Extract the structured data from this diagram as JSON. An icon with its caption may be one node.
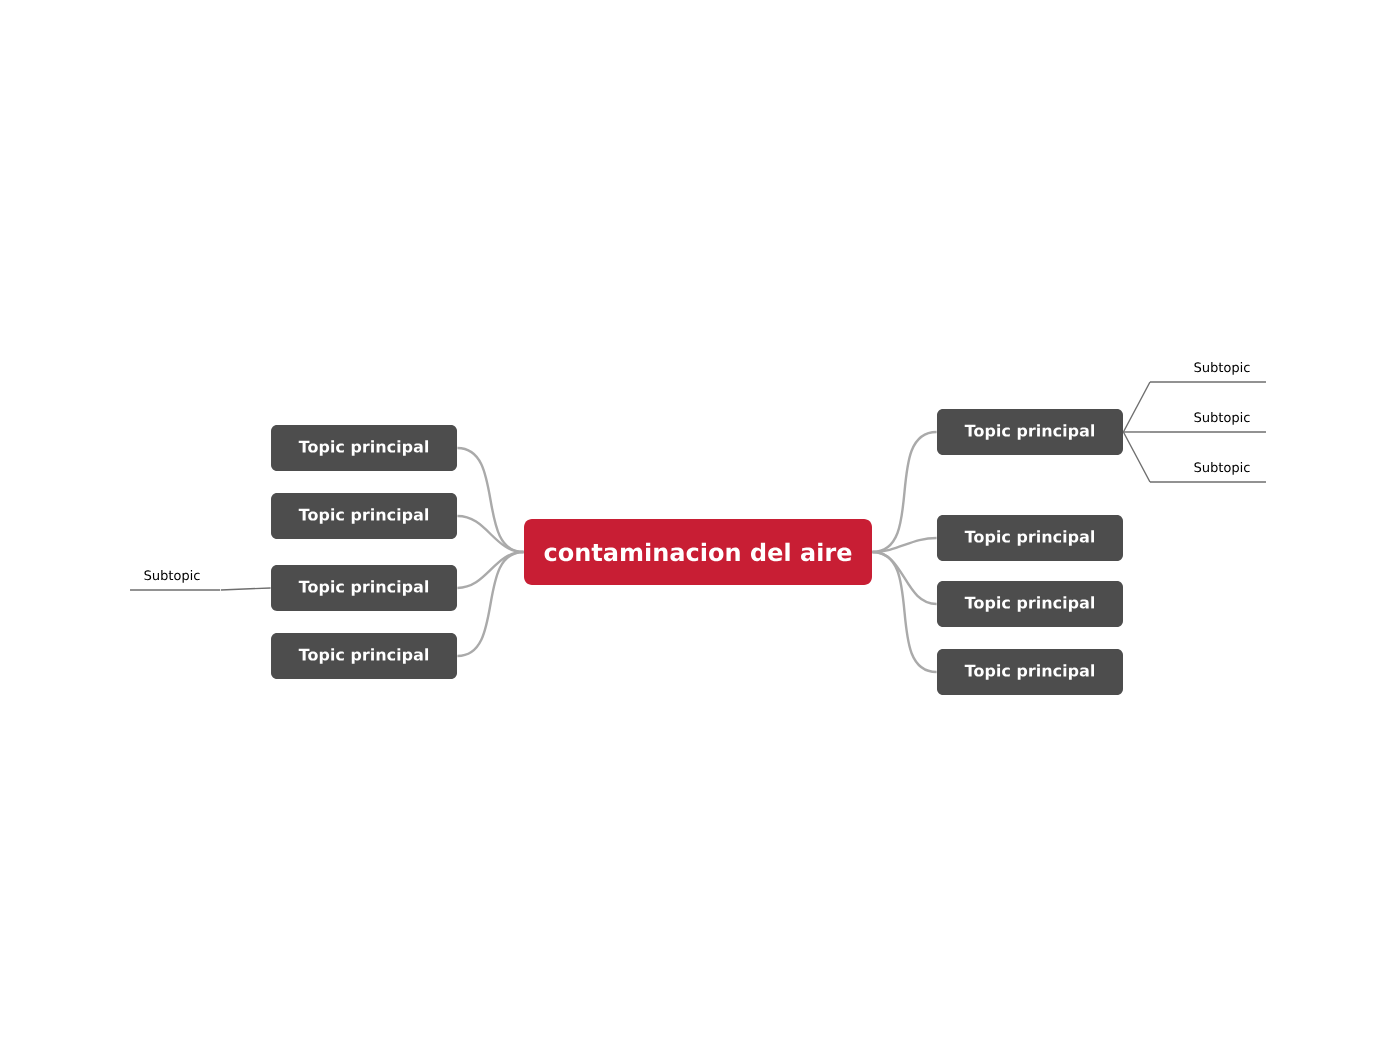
{
  "diagram": {
    "nodes": [
      {
        "text": [
          "contaminacion del aire"
        ]
      },
      {
        "text": [
          "Topic principal"
        ]
      },
      {
        "text": [
          "Topic principal"
        ]
      },
      {
        "text": [
          "Topic principal"
        ]
      },
      {
        "text": [
          "Topic principal"
        ]
      },
      {
        "text": [
          "Topic principal"
        ]
      },
      {
        "text": [
          "Topic principal"
        ]
      },
      {
        "text": [
          "Topic principal"
        ]
      },
      {
        "text": [
          "Topic principal"
        ]
      },
      {
        "text": [
          "Subtopic"
        ]
      },
      {
        "text": [
          "Subtopic"
        ]
      },
      {
        "text": [
          "Subtopic"
        ]
      },
      {
        "text": [
          "Subtopic"
        ]
      }
    ],
    "edges": [
      {
        "from": 0,
        "to": 1,
        "arrow": "none"
      },
      {
        "from": 0,
        "to": 2,
        "arrow": "none"
      },
      {
        "from": 0,
        "to": 3,
        "arrow": "none"
      },
      {
        "from": 0,
        "to": 4,
        "arrow": "none"
      },
      {
        "from": 0,
        "to": 5,
        "arrow": "none"
      },
      {
        "from": 0,
        "to": 6,
        "arrow": "none"
      },
      {
        "from": 0,
        "to": 7,
        "arrow": "none"
      },
      {
        "from": 0,
        "to": 8,
        "arrow": "none"
      },
      {
        "from": 1,
        "to": 9,
        "arrow": "none"
      },
      {
        "from": 1,
        "to": 10,
        "arrow": "none"
      },
      {
        "from": 1,
        "to": 11,
        "arrow": "none"
      },
      {
        "from": 7,
        "to": 12,
        "arrow": "none"
      }
    ]
  }
}
